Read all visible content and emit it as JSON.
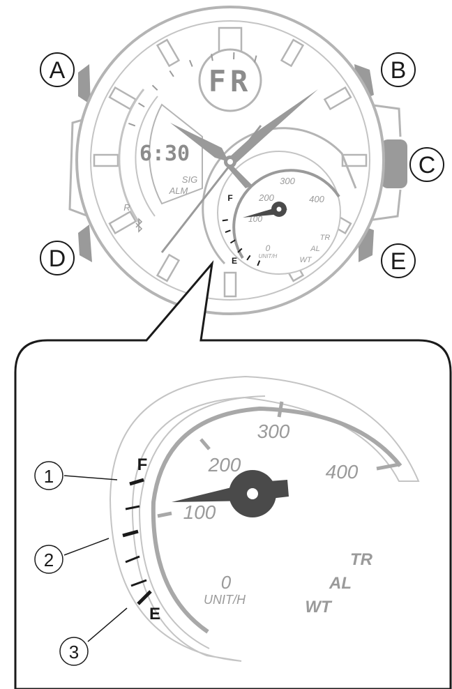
{
  "buttons": [
    {
      "id": "a",
      "label": "A"
    },
    {
      "id": "b",
      "label": "B"
    },
    {
      "id": "c",
      "label": "C"
    },
    {
      "id": "d",
      "label": "D"
    },
    {
      "id": "e",
      "label": "E"
    }
  ],
  "watch": {
    "top_display": "FR",
    "digital_time": "6:30",
    "left_labels": {
      "sig": "SIG",
      "alm": "ALM",
      "r": "R"
    },
    "subdial": {
      "scale": [
        "100",
        "200",
        "300",
        "400"
      ],
      "zero": "0",
      "unit": "UNIT/H",
      "modes": [
        "TR",
        "AL",
        "WT"
      ],
      "full": "F",
      "empty": "E"
    }
  },
  "zoom": {
    "scale": [
      "100",
      "200",
      "300",
      "400"
    ],
    "zero": "0",
    "unit": "UNIT/H",
    "modes": [
      "TR",
      "AL",
      "WT"
    ],
    "full": "F",
    "empty": "E",
    "callouts": [
      "1",
      "2",
      "3"
    ]
  }
}
